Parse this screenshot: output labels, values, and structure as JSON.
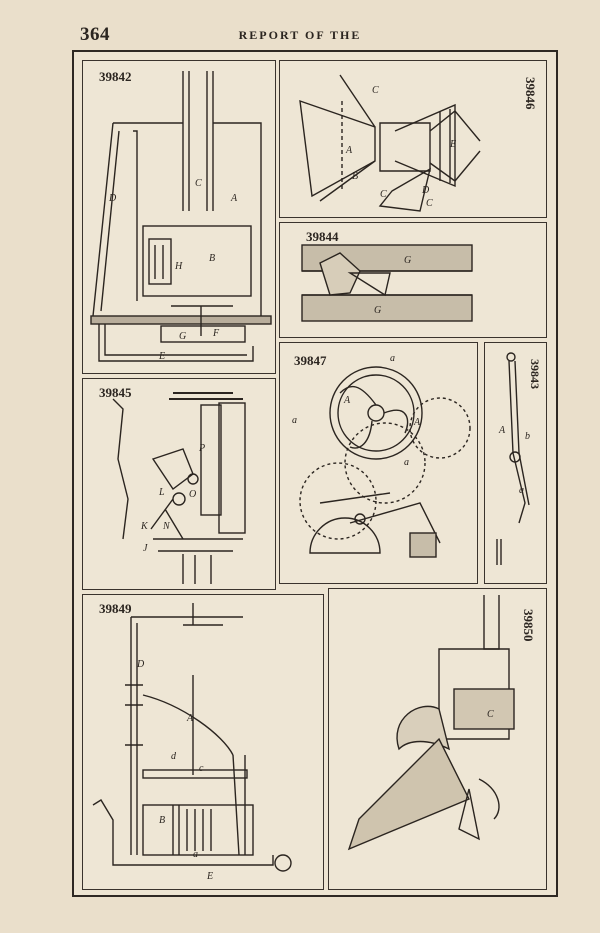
{
  "header": {
    "page_number": "364",
    "running_head": "REPORT OF THE"
  },
  "figures": {
    "f39842": {
      "number": "39842",
      "labels": [
        "D",
        "C",
        "A",
        "B",
        "H",
        "G",
        "F",
        "E"
      ]
    },
    "f39846": {
      "number": "39846",
      "labels": [
        "C",
        "A",
        "B",
        "C",
        "D",
        "E",
        "C"
      ]
    },
    "f39844": {
      "number": "39844",
      "labels": [
        "G",
        "G"
      ]
    },
    "f39845": {
      "number": "39845",
      "labels": [
        "P",
        "L",
        "O",
        "K",
        "N",
        "J"
      ]
    },
    "f39847": {
      "number": "39847",
      "labels": [
        "a",
        "A",
        "A",
        "a",
        "a"
      ]
    },
    "f39843": {
      "number": "39843",
      "labels": [
        "A",
        "b",
        "a"
      ]
    },
    "f39849": {
      "number": "39849",
      "labels": [
        "D",
        "A",
        "d",
        "c",
        "B",
        "a",
        "E"
      ]
    },
    "f39850": {
      "number": "39850",
      "labels": [
        "C"
      ]
    }
  }
}
